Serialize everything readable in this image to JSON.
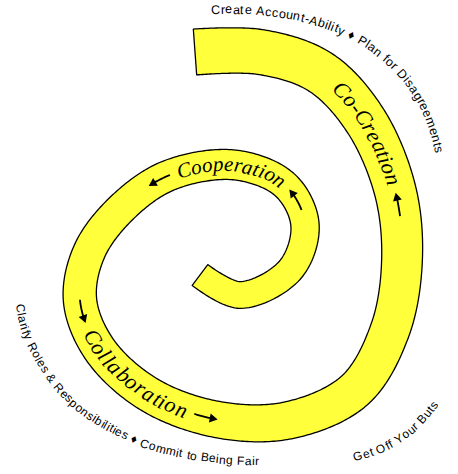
{
  "diagram": {
    "labels": [
      "Create Account-Ability ♦ Plan for Disagreements",
      "Co-Creation",
      "Cooperation",
      "Collaboration",
      "Clarify Roles & Responsibilities ♦ Commit to Being Fair",
      "Get Off Your Buts"
    ]
  }
}
